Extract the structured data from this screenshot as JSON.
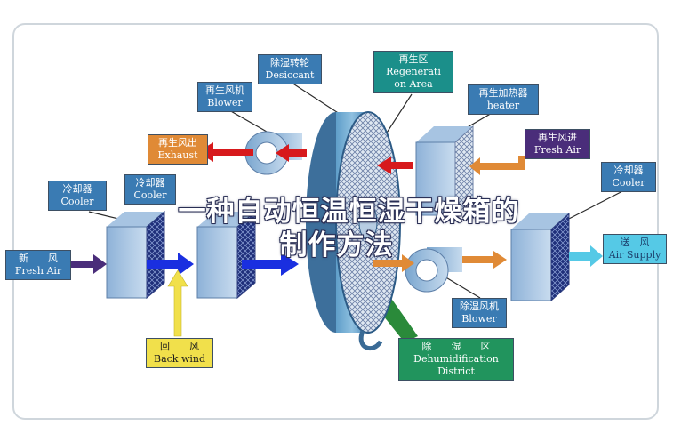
{
  "title": {
    "line1": "一种自动恒温恒湿干燥箱的",
    "line2": "制作方法"
  },
  "labels": {
    "desiccant": {
      "zh": "除湿转轮",
      "en": "Desiccant"
    },
    "regeneration": {
      "zh": "再生区",
      "en1": "Regenerati",
      "en2": "on Area"
    },
    "regen_blower": {
      "zh": "再生风机",
      "en": "Blower"
    },
    "regen_heater": {
      "zh": "再生加热器",
      "en": "heater"
    },
    "exhaust": {
      "zh": "再生风出",
      "en": "Exhaust"
    },
    "fresh_air_in": {
      "zh": "再生风进",
      "en": "Fresh Air"
    },
    "cooler_left": {
      "zh": "冷却器",
      "en": "Cooler"
    },
    "cooler_mid": {
      "zh": "冷却器",
      "en": "Cooler"
    },
    "cooler_right": {
      "zh": "冷却器",
      "en": "Cooler"
    },
    "new_air": {
      "zh": "新　　风",
      "en": "Fresh Air"
    },
    "supply": {
      "zh": "送　风",
      "en": "Air Supply"
    },
    "back_wind": {
      "zh": "回　　风",
      "en": "Back wind"
    },
    "dehumid_blower": {
      "zh": "除湿风机",
      "en": "Blower"
    },
    "dehumid_district": {
      "zh": "除　　湿　　区",
      "en1": "Dehumidification",
      "en2": "District"
    }
  },
  "colors": {
    "label_blue": "#3a7bb3",
    "orange": "#e08a36",
    "purple": "#4a2d7a",
    "cyan": "#55c9e6",
    "yellow": "#f1e04b",
    "green": "#21945d",
    "arrow_red": "#d7191c",
    "arrow_blue": "#1a2fe0"
  }
}
